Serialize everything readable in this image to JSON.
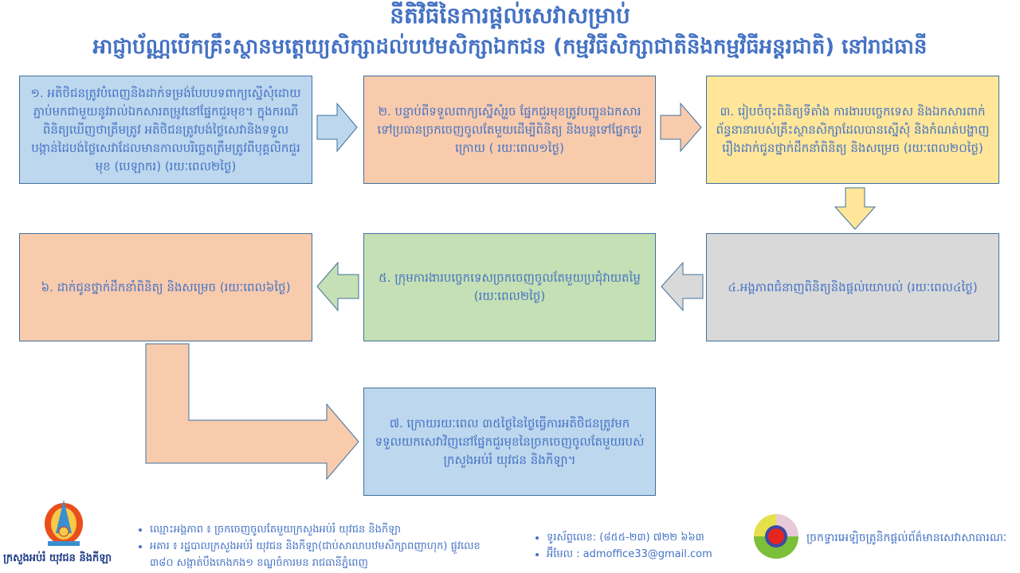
{
  "title": {
    "line1": "នីតិវិធីនៃការផ្តល់សេវាសម្រាប់",
    "line2": "អាជ្ញាប័ណ្ណបើកគ្រឹះស្ថានមត្តេយ្យសិក្សាដល់បឋមសិក្សាឯកជន (កម្មវិធីសិក្សាជាតិនិងកម្មវិធីអន្តរជាតិ) នៅរាជធានី"
  },
  "steps": [
    {
      "text": "១. អតិថិជនត្រូវបំពេញនិងដាក់ទម្រង់បែបបទពាក្យស្នើសុំដោយភ្ជាប់មកជាមួយនូវរាល់ឯកសារតម្រូវនៅផ្នែកជួរមុខ។ ក្នុងករណីពិនិត្យឃើញថាត្រឹមត្រូវ អតិថិជនត្រូវបង់ថ្លៃសេវានិងទទួលបង្កាន់ដៃបង់ថ្លៃសេវាដែលមានកាលបរិច្ឆេតត្រឹមត្រូវពីបុគ្គលិកជួរមុខ (បេឡាករ) (រយៈពេល២ថ្ងៃ)"
    },
    {
      "text": "២. បន្ទាប់ពីទទួលពាក្យស្នើសុំរួច ផ្នែកជួរមុខត្រូវបញ្ជូនឯកសារទៅប្រធានច្រកចេញចូលតែមួយដើម្បីពិនិត្យ និងបន្តទៅផ្នែកជួរក្រោយ ( រយៈពេល១ថ្ងៃ)"
    },
    {
      "text": "៣. រៀបចំចុះពិនិត្យទីតាំង ការងារបច្ចេកទេស និងឯកសារពាក់ព័ន្ធនានារបស់គ្រឹះស្ថានសិក្សាដែលបានស្នើសុំ និងកំណត់បង្ហាញរឿងដាក់ជូនថ្នាក់ដឹកនាំពិនិត្យ និងសម្រេច (រយៈពេល២០ថ្ងៃ)"
    },
    {
      "text": "៤.អង្គភាពជំនាញពិនិត្យនិងផ្តល់យោបល់ (រយៈពេល៤ថ្ងៃ)"
    },
    {
      "text": "៥. ក្រុមការងារបច្ចេកទេសច្រកចេញចូលតែមួយប្រជុំវាយតម្លៃ (រយៈពេល២ថ្ងៃ)"
    },
    {
      "text": "៦. ដាក់ជូនថ្នាក់ដឹកនាំពិនិត្យ និងសម្រេច (រយៈពេល៦ថ្ងៃ)"
    },
    {
      "text": "៧. ក្រោយរយៈពេល ៣៥ថ្ងៃនៃថ្ងៃធ្វើការអតិថិជនត្រូវមកទទួលយកសេវាវិញនៅផ្នែកជួរមុខនៃច្រកចេញចូលតែមួយរបស់ក្រសួងអប់រំ យុវជន និងកីឡា។"
    }
  ],
  "colors": {
    "blue": "#bdd7ee",
    "peach": "#f8cbad",
    "yellow": "#ffe699",
    "green": "#c5e0b4",
    "gray": "#d9d9d9",
    "text": "#4472c4"
  },
  "footer": {
    "ministry_logo_text": "ក្រសួងអប់រំ យុវជន និងកីឡា",
    "entity": "ឈ្មោះអង្គភាព ៖ ច្រកចេញចូលតែមួយក្រសួងអប់រំ យុវជន និងកីឡា",
    "address_line1": "អគារ ៖ រដ្ឋបាលក្រសួងអប់រំ យុវជន និងកីឡា(ជាប់សាលាបឋមសិក្សាពញាហុក) ផ្លូវលេខ",
    "address_line2": "៣៨០ សង្កាត់បឹងកេងកង១ ខណ្ឌចំការមន រាជធានីភ្នំពេញ",
    "phone": "ទូរស័ព្ទលេខ: (៨៥៥-២៣) ៧២២ ៦៦៣",
    "email": "អ៊ីមែល : admoffice33@gmail.com",
    "portal": "ច្រកទ្វារអេឡិចត្រូនិកផ្តល់ព័ត៌មានសេវាសាធារណៈ"
  }
}
